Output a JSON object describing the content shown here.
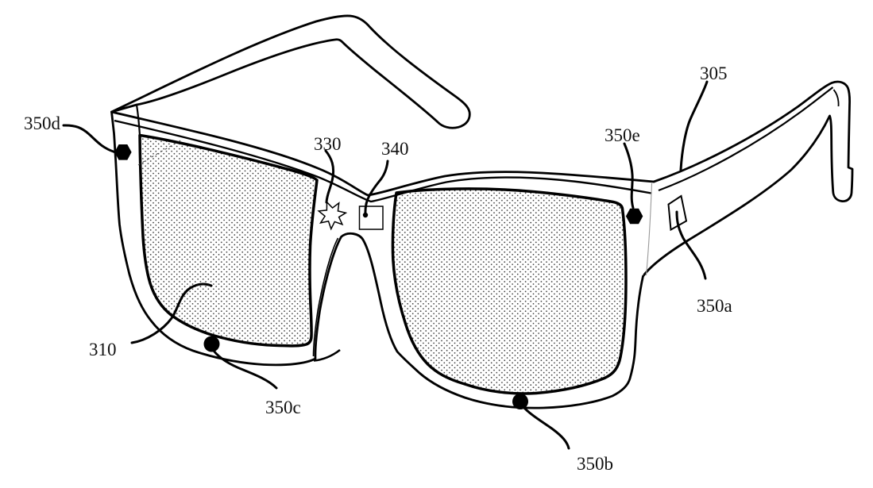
{
  "figure": {
    "kind": "patent-line-drawing",
    "subject": "smart-glasses perspective view with sensor markers",
    "background_color": "#ffffff",
    "line_color": "#000000",
    "labels": {
      "l305": {
        "text": "305"
      },
      "l310": {
        "text": "310"
      },
      "l330": {
        "text": "330"
      },
      "l340": {
        "text": "340"
      },
      "l350a": {
        "text": "350a"
      },
      "l350b": {
        "text": "350b"
      },
      "l350c": {
        "text": "350c"
      },
      "l350d": {
        "text": "350d"
      },
      "l350e": {
        "text": "350e"
      }
    },
    "markers": {
      "m350d": "black-hexagon",
      "m350e": "black-hexagon",
      "m330": "seven-point-star",
      "m340": "small-square",
      "m350a": "tilted-square",
      "m350b": "black-dot",
      "m350c": "black-dot"
    }
  }
}
